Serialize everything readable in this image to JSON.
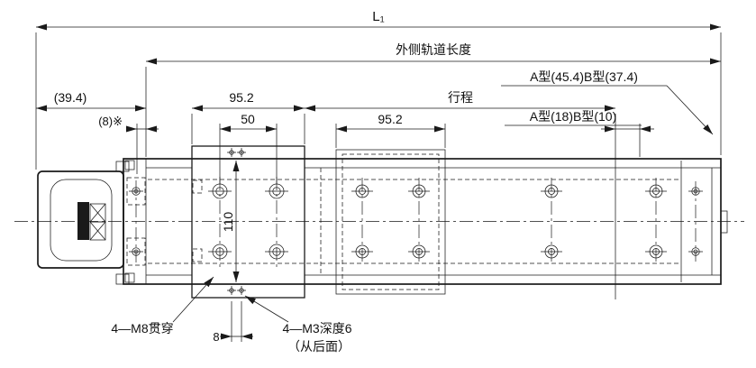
{
  "figure": {
    "kind": "technical-dimension-drawing",
    "colors": {
      "background": "#ffffff",
      "line": "#1a1a1a"
    }
  },
  "dims": {
    "l1": "L₁",
    "outer_rail_length": "外侧轨道长度",
    "type_end_overhang": "A型(45.4)B型(37.4)",
    "motor_overhang": "(39.4)",
    "carriage_length": "95.2",
    "stroke": "行程",
    "ref_8": "(8)※",
    "hole_pitch_50": "50",
    "block_length": "95.2",
    "type_end_gap": "A型(18)B型(10)",
    "table_width_110": "110",
    "m3_pitch_8": "8"
  },
  "callouts": {
    "m8": "4—M8贯穿",
    "m3_line1": "4—M3深度6",
    "m3_line2": "（从后面）"
  }
}
